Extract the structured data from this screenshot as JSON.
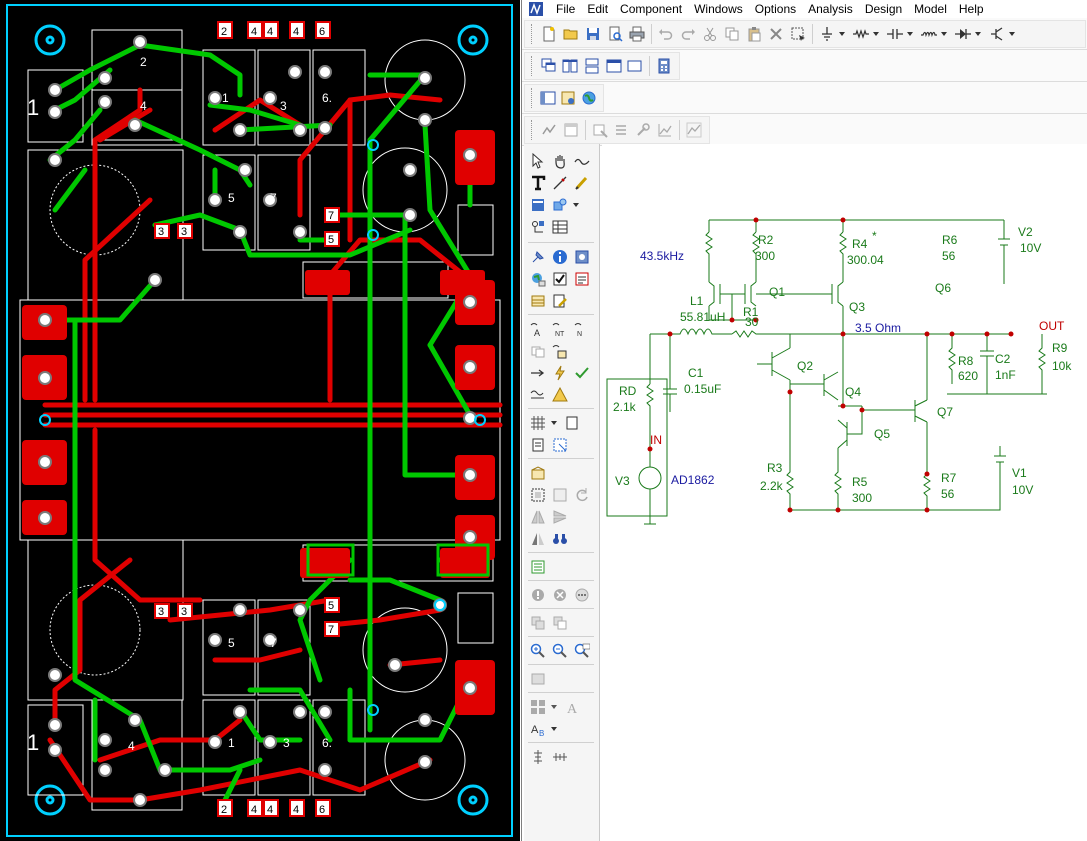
{
  "pcb": {
    "pad_labels_top": [
      "2",
      "4",
      "4",
      "4",
      "6"
    ],
    "pad_labels_bottom": [
      "2",
      "4",
      "4",
      "4",
      "6"
    ],
    "component_labels_top": [
      "2",
      "4",
      "1",
      "3",
      "6.",
      "5",
      "7",
      "7",
      "5",
      "3",
      "3"
    ],
    "component_labels_bottom": [
      "5",
      "7",
      "5",
      "7",
      "3",
      "3",
      "1",
      "3",
      "6.",
      "4"
    ],
    "pin1_marker_top": "1",
    "pin1_marker_bottom": "1",
    "colors": {
      "board": "#000000",
      "outline": "#00d0ff",
      "top_trace": "#00c800",
      "bottom_trace": "#e00000",
      "silk": "#ffffff"
    }
  },
  "app": {
    "menu": [
      "File",
      "Edit",
      "Component",
      "Windows",
      "Options",
      "Analysis",
      "Design",
      "Model",
      "Help"
    ],
    "colors": {
      "wire": "#1a7a1a",
      "node": "#c00000",
      "label_blue": "#1a1aa0",
      "label_green": "#1a7a1a"
    }
  },
  "schematic": {
    "freq_text": "43.5kHz",
    "ohm_text": "3.5 Ohm",
    "out_label": "OUT",
    "in_label": "IN",
    "components": {
      "r2": {
        "name": "R2",
        "value": "300"
      },
      "r4": {
        "name": "R4",
        "value": "300.04",
        "mark": "*"
      },
      "r6": {
        "name": "R6",
        "value": "56"
      },
      "v2": {
        "name": "V2",
        "value": "10V"
      },
      "l1": {
        "name": "L1",
        "value": "55.81uH"
      },
      "r1": {
        "name": "R1",
        "value": "30"
      },
      "q1": {
        "name": "Q1"
      },
      "q3": {
        "name": "Q3"
      },
      "q6": {
        "name": "Q6"
      },
      "q2": {
        "name": "Q2"
      },
      "q4": {
        "name": "Q4"
      },
      "q5": {
        "name": "Q5"
      },
      "q7": {
        "name": "Q7"
      },
      "c1": {
        "name": "C1",
        "value": "0.15uF"
      },
      "rd": {
        "name": "RD",
        "value": "2.1k"
      },
      "v3": {
        "name": "V3",
        "value": "AD1862"
      },
      "r3": {
        "name": "R3",
        "value": "2.2k"
      },
      "r5": {
        "name": "R5",
        "value": "300"
      },
      "r7": {
        "name": "R7",
        "value": "56"
      },
      "v1": {
        "name": "V1",
        "value": "10V"
      },
      "r8": {
        "name": "R8",
        "value": "620"
      },
      "c2": {
        "name": "C2",
        "value": "1nF"
      },
      "r9": {
        "name": "R9",
        "value": "10k"
      }
    }
  }
}
